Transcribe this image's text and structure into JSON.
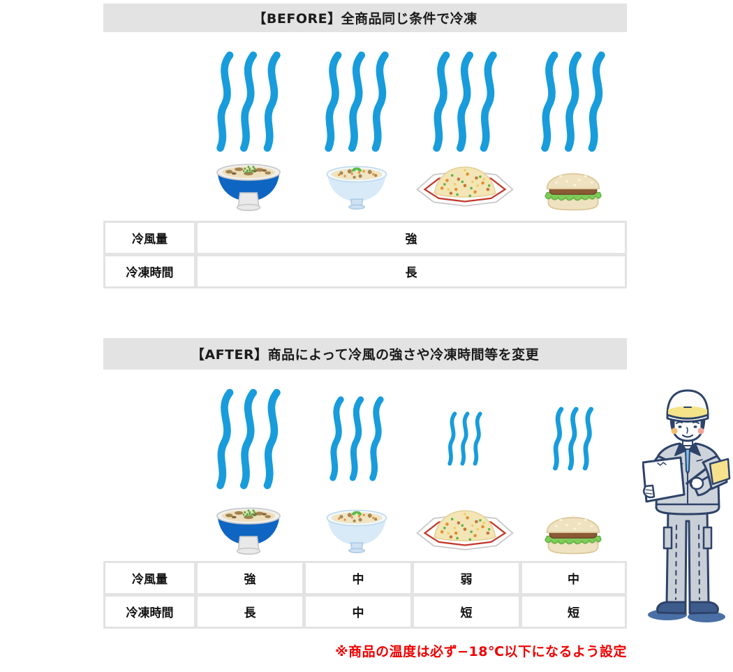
{
  "before": {
    "header": "【BEFORE】全商品同じ条件で冷凍",
    "table": {
      "row1_label": "冷風量",
      "row1_value": "強",
      "row2_label": "冷凍時間",
      "row2_value": "長"
    }
  },
  "after": {
    "header": "【AFTER】商品によって冷風の強さや冷凍時間等を変更",
    "table": {
      "row1_label": "冷風量",
      "row1_values": [
        "強",
        "中",
        "弱",
        "中"
      ],
      "row2_label": "冷凍時間",
      "row2_values": [
        "長",
        "中",
        "短",
        "短"
      ]
    },
    "note": "※商品の温度は必ず−18℃以下になるよう設定"
  },
  "products": [
    {
      "icon": "beef-udon-bowl-icon"
    },
    {
      "icon": "mixed-rice-bowl-icon"
    },
    {
      "icon": "fried-rice-plate-icon"
    },
    {
      "icon": "burger-icon"
    }
  ],
  "steam_levels_after": [
    "large",
    "medium",
    "small",
    "small-medium"
  ],
  "worker": {
    "icon": "factory-worker-with-clipboard-icon"
  },
  "colors": {
    "header_bg": "#E3E3E3",
    "table_border": "#E3E3E3",
    "steam_blue": "#189CDB",
    "bowl_blue": "#0F65C2",
    "note_red": "#EE0000",
    "text": "#1A1A1A"
  }
}
